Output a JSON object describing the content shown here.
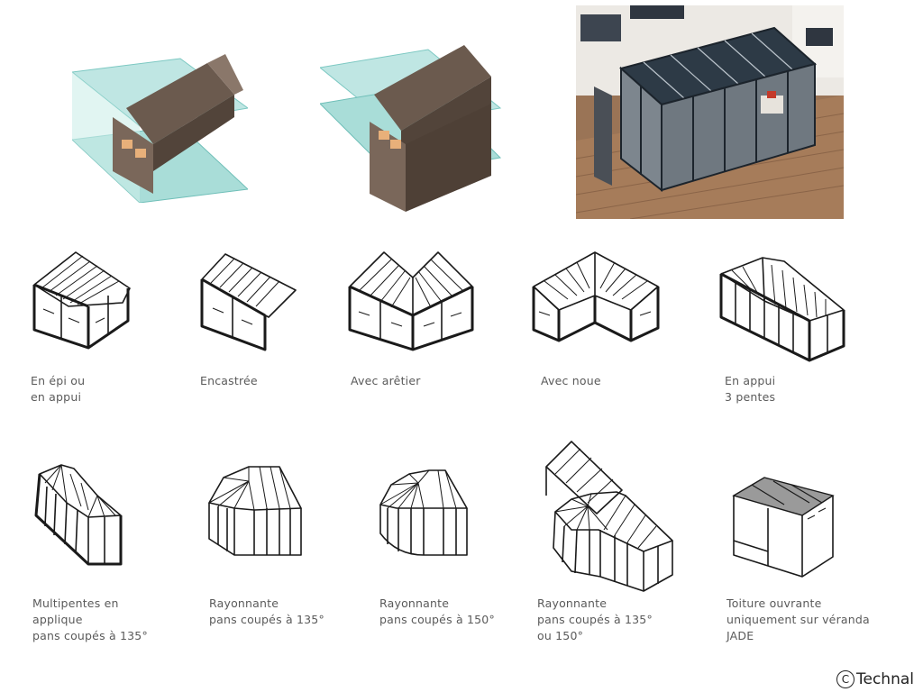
{
  "photos": [
    {
      "name": "profile-with-glass-photo"
    },
    {
      "name": "profile-with-gutter-photo"
    },
    {
      "name": "veranda-on-terrace-photo"
    }
  ],
  "diagrams": [
    {
      "caption": "En épi ou\nen appui"
    },
    {
      "caption": "Encastrée"
    },
    {
      "caption": "Avec arêtier"
    },
    {
      "caption": "Avec noue"
    },
    {
      "caption": "En appui\n3 pentes"
    },
    {
      "caption": "Multipentes en\napplique\npans coupés à 135°"
    },
    {
      "caption": "Rayonnante\npans coupés à 135°"
    },
    {
      "caption": "Rayonnante\npans coupés à 150°"
    },
    {
      "caption": "Rayonnante\npans coupés à 135°\nou 150°"
    },
    {
      "caption": "Toiture ouvrante\nuniquement sur véranda\nJADE"
    }
  ],
  "credit": {
    "symbol": "C",
    "text": "Technal"
  }
}
